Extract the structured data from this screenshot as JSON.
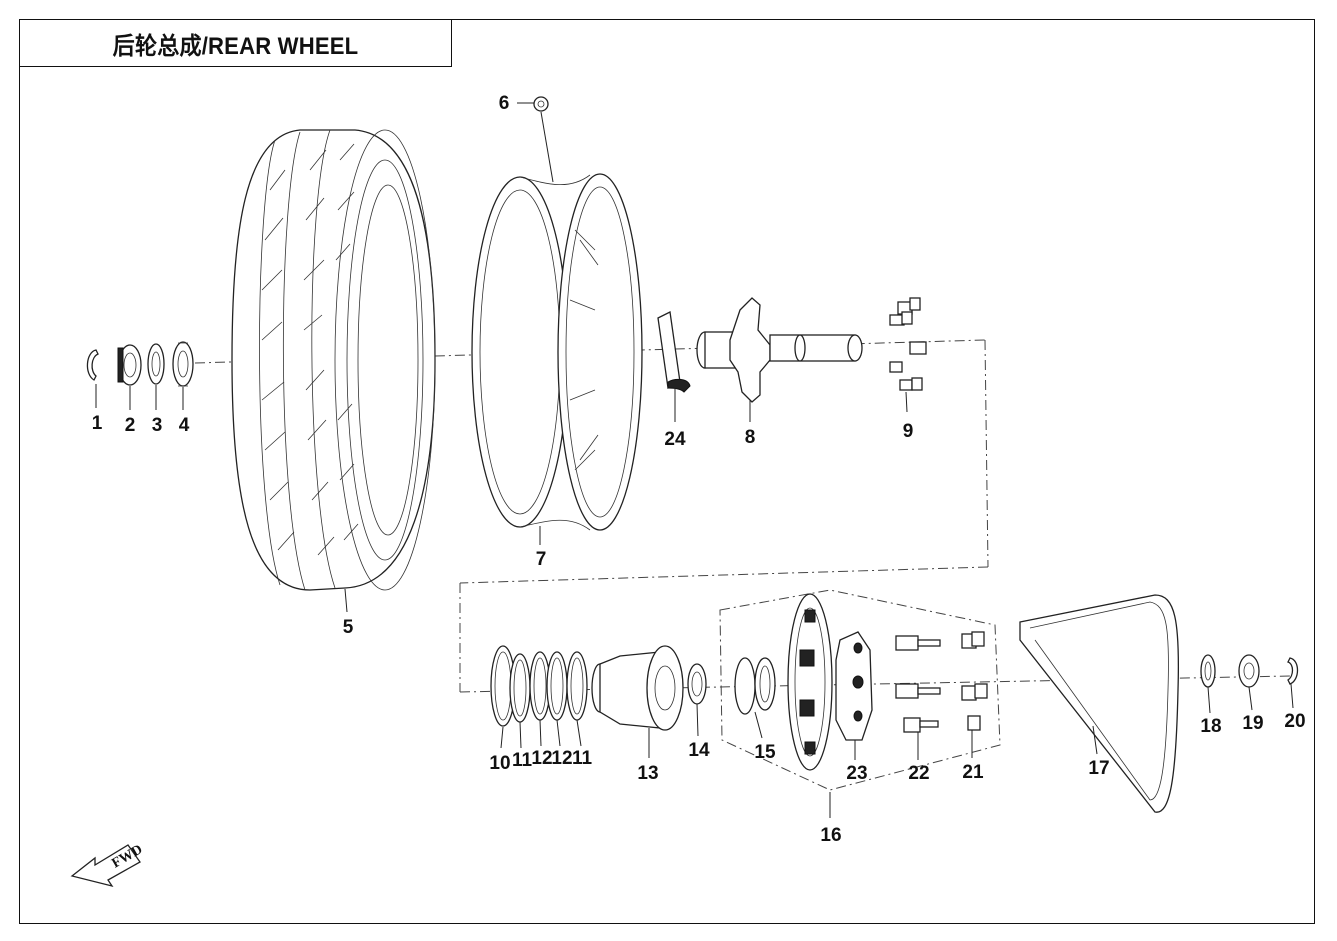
{
  "title": "后轮总成/REAR WHEEL",
  "fwd_label": "FWD",
  "callouts": [
    {
      "id": "c1",
      "text": "1"
    },
    {
      "id": "c2",
      "text": "2"
    },
    {
      "id": "c3",
      "text": "3"
    },
    {
      "id": "c4",
      "text": "4"
    },
    {
      "id": "c5",
      "text": "5"
    },
    {
      "id": "c6",
      "text": "6"
    },
    {
      "id": "c7",
      "text": "7"
    },
    {
      "id": "c8",
      "text": "8"
    },
    {
      "id": "c9",
      "text": "9"
    },
    {
      "id": "c10",
      "text": "10"
    },
    {
      "id": "c11a",
      "text": "11"
    },
    {
      "id": "c12a",
      "text": "12"
    },
    {
      "id": "c12b",
      "text": "12"
    },
    {
      "id": "c11b",
      "text": "11"
    },
    {
      "id": "c13",
      "text": "13"
    },
    {
      "id": "c14",
      "text": "14"
    },
    {
      "id": "c15",
      "text": "15"
    },
    {
      "id": "c16",
      "text": "16"
    },
    {
      "id": "c17",
      "text": "17"
    },
    {
      "id": "c18",
      "text": "18"
    },
    {
      "id": "c19",
      "text": "19"
    },
    {
      "id": "c20",
      "text": "20"
    },
    {
      "id": "c21",
      "text": "21"
    },
    {
      "id": "c22",
      "text": "22"
    },
    {
      "id": "c23",
      "text": "23"
    },
    {
      "id": "c24",
      "text": "24"
    }
  ]
}
